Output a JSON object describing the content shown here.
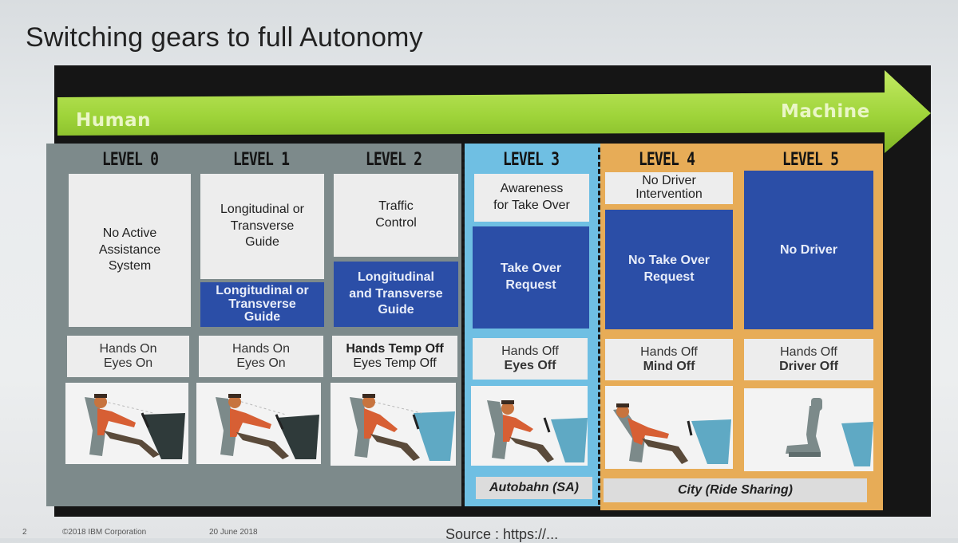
{
  "slide": {
    "title": "Switching gears to full Autonomy"
  },
  "arrow": {
    "start_label": "Human",
    "end_label": "Machine"
  },
  "levels": [
    {
      "label": "LEVEL 0",
      "top_box": "No Active\nAssistance\nSystem",
      "bottom_box": "",
      "hands": [
        "Hands On",
        "Eyes On"
      ]
    },
    {
      "label": "LEVEL 1",
      "top_box": "Longitudinal or\nTransverse\nGuide",
      "bottom_box": "Longitudinal or\nTransverse\nGuide",
      "hands": [
        "Hands On",
        "Eyes On"
      ]
    },
    {
      "label": "LEVEL 2",
      "top_box": "Traffic\nControl",
      "bottom_box": "Longitudinal\nand Transverse\nGuide",
      "hands": [
        "Hands Temp Off",
        "Eyes Temp Off"
      ]
    },
    {
      "label": "LEVEL 3",
      "top_box": "Awareness\nfor Take Over",
      "bottom_box": "Take Over\nRequest",
      "hands": [
        "Hands Off",
        "Eyes Off"
      ]
    },
    {
      "label": "LEVEL 4",
      "top_box": "No Driver\nIntervention",
      "bottom_box": "No Take Over\nRequest",
      "hands": [
        "Hands Off",
        "Mind Off"
      ]
    },
    {
      "label": "LEVEL 5",
      "top_box": "",
      "bottom_box": "No Driver",
      "hands": [
        "Hands Off",
        "Driver Off"
      ]
    }
  ],
  "use_cases": {
    "autobahn": "Autobahn (SA)",
    "city": "City (Ride Sharing)"
  },
  "footer": {
    "page": "2",
    "copyright": "©2018 IBM Corporation",
    "date": "20 June 2018",
    "source": "Source : https://..."
  },
  "colors": {
    "arrow_green": "#9fd43a",
    "navy": "#2b4ea7",
    "gray_group": "#7d8a8b",
    "blue_group": "#6fbfe3",
    "orange_group": "#e7ac57"
  }
}
